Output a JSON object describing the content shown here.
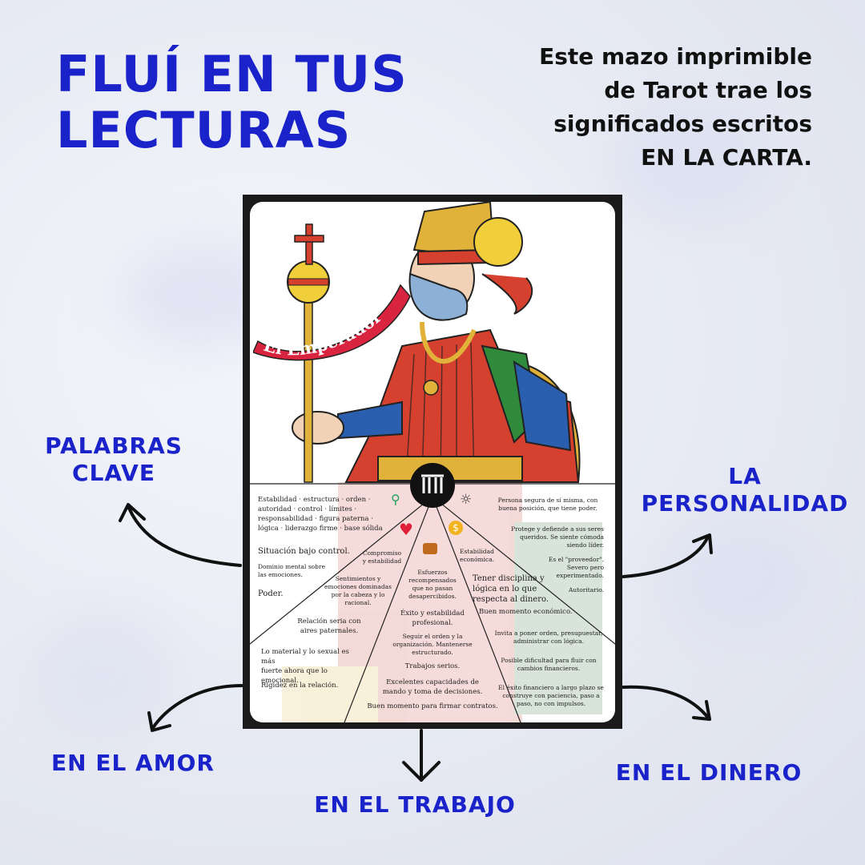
{
  "title": {
    "line1": "FLUÍ EN TUS",
    "line2": "LECTURAS"
  },
  "intro": {
    "line1": "Este mazo imprimible",
    "line2": "de Tarot trae los",
    "line3": "significados escritos",
    "line4": "EN LA CARTA."
  },
  "labels": {
    "keywords": {
      "line1": "PALABRAS",
      "line2": "CLAVE"
    },
    "personality": {
      "line1": "LA",
      "line2": "PERSONALIDAD"
    },
    "love": "EN EL AMOR",
    "work": "EN EL TRABAJO",
    "money": "EN EL DINERO"
  },
  "card": {
    "name": "El Emperador",
    "keywords": {
      "l1": "Estabilidad · estructura · orden ·",
      "l2": "autoridad · control · límites ·",
      "l3": "responsabilidad · figura paterna ·",
      "l4": "lógica · liderazgo firme · base sólida",
      "s1": "Situación bajo control.",
      "s2a": "Dominio mental sobre",
      "s2b": "las emociones.",
      "s3": "Poder."
    },
    "love": {
      "a1": "Compromiso",
      "a2": "y estabilidad",
      "b1": "Sentimientos y",
      "b2": "emociones dominadas",
      "b3": "por la cabeza y lo",
      "b4": "racional.",
      "c1": "Relación seria con",
      "c2": "aires paternales.",
      "d1": "Lo material y lo sexual es más",
      "d2": "fuerte ahora que lo emocional.",
      "e1": "Rigidez en la relación."
    },
    "work": {
      "a1": "Esfuerzos",
      "a2": "recompensados",
      "a3": "que no pasan",
      "a4": "desapercibidos.",
      "b1": "Éxito y estabilidad",
      "b2": "profesional.",
      "c1": "Seguir el orden y la",
      "c2": "organización. Mantenerse",
      "c3": "estructurado.",
      "d1": "Trabajos serios.",
      "e1": "Excelentes capacidades de",
      "e2": "mando y toma de decisiones.",
      "f1": "Buen momento para firmar contratos."
    },
    "money": {
      "a1": "Estabilidad",
      "a2": "económica.",
      "b1": "Tener disciplina y",
      "b2": "lógica en lo que",
      "b3": "respecta al dinero.",
      "c1": "Buen momento económico.",
      "d1": "Invita a poner orden, presupuestar,",
      "d2": "administrar con lógica.",
      "e1": "Posible dificultad para fluir con",
      "e2": "cambios financieros.",
      "f1": "El éxito financiero a largo plazo se",
      "f2": "construye con paciencia, paso a",
      "f3": "paso, no con impulsos."
    },
    "personality": {
      "a1": "Persona segura de sí misma, con",
      "a2": "buena posición, que tiene poder.",
      "b1": "Protege y defiende a sus seres",
      "b2": "queridos. Se siente cómoda",
      "b3": "siendo líder.",
      "c1": "Es el \"proveedor\".",
      "c2": "Severo pero",
      "c3": "experimentado.",
      "d1": "Autoritario."
    }
  },
  "colors": {
    "accent": "#1a22c9",
    "banner": "#d8243f",
    "frame": "#1b1b1b"
  },
  "icons": [
    "keywords-magnifier-icon",
    "heart-icon",
    "briefcase-icon",
    "coin-icon",
    "meditation-icon",
    "pillar-icon"
  ]
}
